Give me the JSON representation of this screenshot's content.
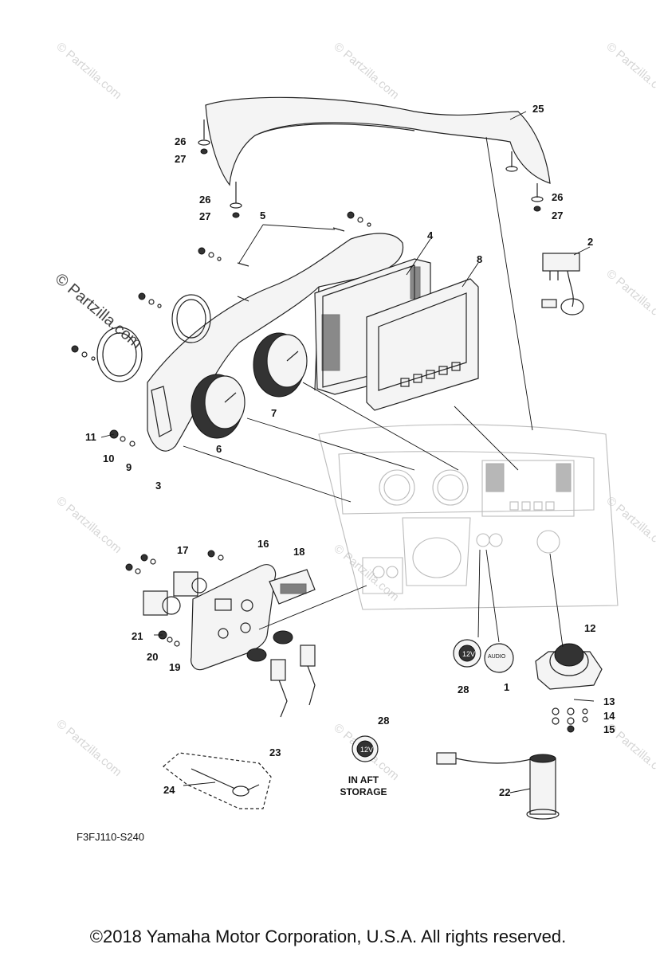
{
  "watermark": {
    "text": "© Partzilla.com",
    "main_text": "© Partzilla.com"
  },
  "callouts": {
    "c1": "1",
    "c2": "2",
    "c3": "3",
    "c4": "4",
    "c5": "5",
    "c6": "6",
    "c7": "7",
    "c8": "8",
    "c9": "9",
    "c10": "10",
    "c11": "11",
    "c12": "12",
    "c13": "13",
    "c14": "14",
    "c15": "15",
    "c16": "16",
    "c17": "17",
    "c18": "18",
    "c19": "19",
    "c20": "20",
    "c21": "21",
    "c22": "22",
    "c23": "23",
    "c24": "24",
    "c25": "25",
    "c26": "26",
    "c27": "27",
    "c28": "28"
  },
  "socket_label": "12V",
  "audio_label": "AUDIO",
  "aft_note_line1": "IN AFT",
  "aft_note_line2": "STORAGE",
  "diagram_code": "F3FJ110-S240",
  "copyright": "©2018  Yamaha Motor Corporation, U.S.A. All rights reserved."
}
